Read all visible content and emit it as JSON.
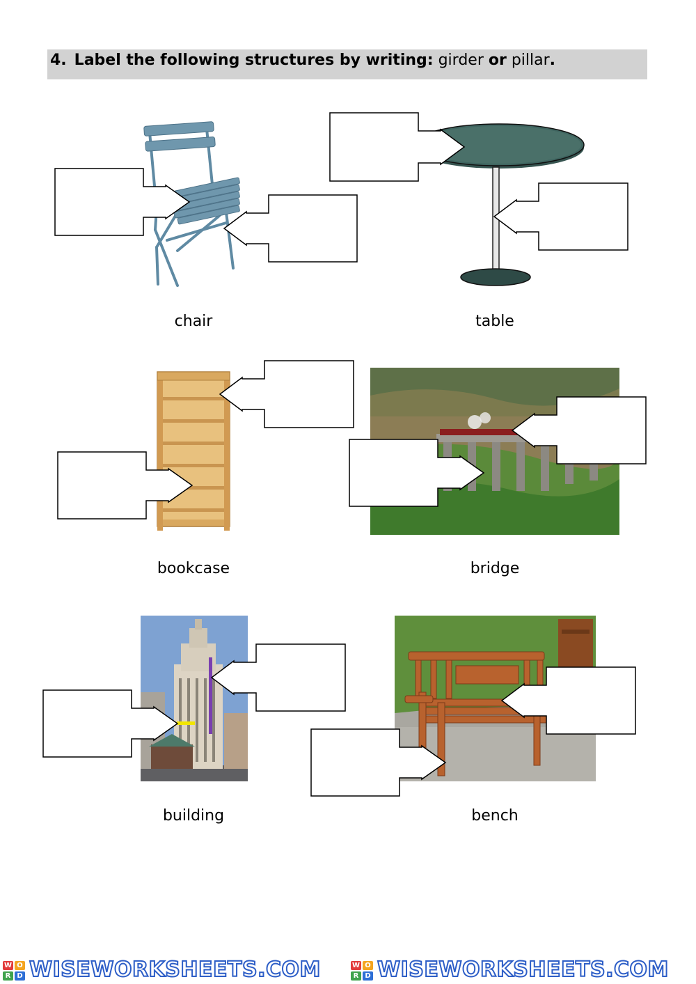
{
  "header": {
    "number": "4.",
    "instruction": "Label the following structures by writing:",
    "option1": "girder",
    "or_word": "or",
    "option2": "pillar",
    "period": "."
  },
  "items": [
    {
      "caption": "chair"
    },
    {
      "caption": "table"
    },
    {
      "caption": "bookcase"
    },
    {
      "caption": "bridge"
    },
    {
      "caption": "building"
    },
    {
      "caption": "bench"
    }
  ],
  "footer": {
    "logo_text": "WISEWORKSHEETS.COM",
    "colors": [
      "#e23b3b",
      "#f4a521",
      "#3fa34d",
      "#2d6fd6"
    ]
  }
}
